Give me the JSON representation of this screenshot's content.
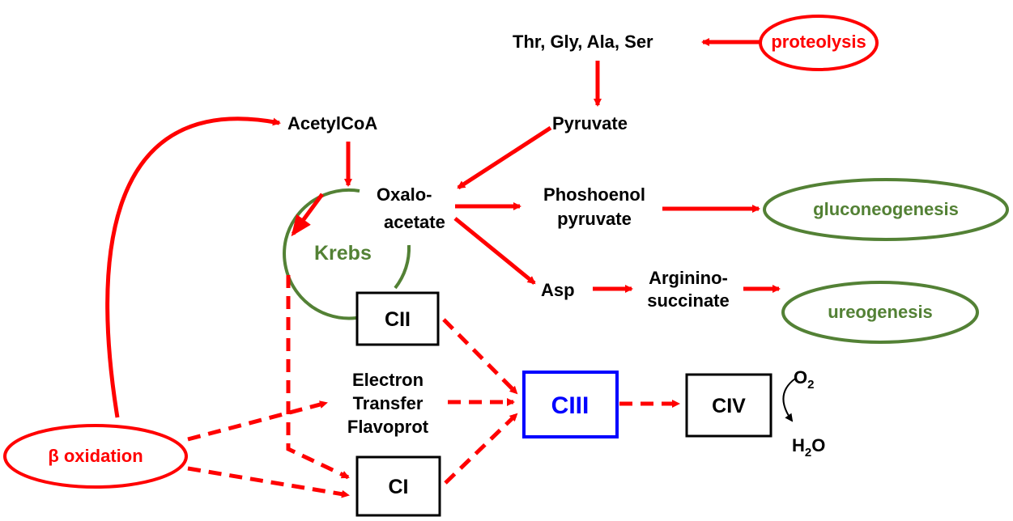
{
  "colors": {
    "red": "#ff0000",
    "green": "#538135",
    "blue": "#0000ff",
    "black": "#000000"
  },
  "nodes": {
    "amino_acids": "Thr, Gly, Ala, Ser",
    "proteolysis": "proteolysis",
    "acetylcoa": "AcetylCoA",
    "pyruvate": "Pyruvate",
    "oxaloacetate_1": "Oxalo-",
    "oxaloacetate_2": "acetate",
    "pep_1": "Phoshoenol",
    "pep_2": "pyruvate",
    "gluconeogenesis": "gluconeogenesis",
    "krebs": "Krebs",
    "asp": "Asp",
    "argsucc_1": "Arginino-",
    "argsucc_2": "succinate",
    "ureogenesis": "ureogenesis",
    "cii": "CII",
    "etf_1": "Electron",
    "etf_2": "Transfer",
    "etf_3": "Flavoprot",
    "ciii": "CIII",
    "civ": "CIV",
    "o2": "O",
    "o2_sub": "2",
    "h2o_h": "H",
    "h2o_sub": "2",
    "h2o_o": "O",
    "beta_ox": "β oxidation",
    "ci": "CI"
  }
}
